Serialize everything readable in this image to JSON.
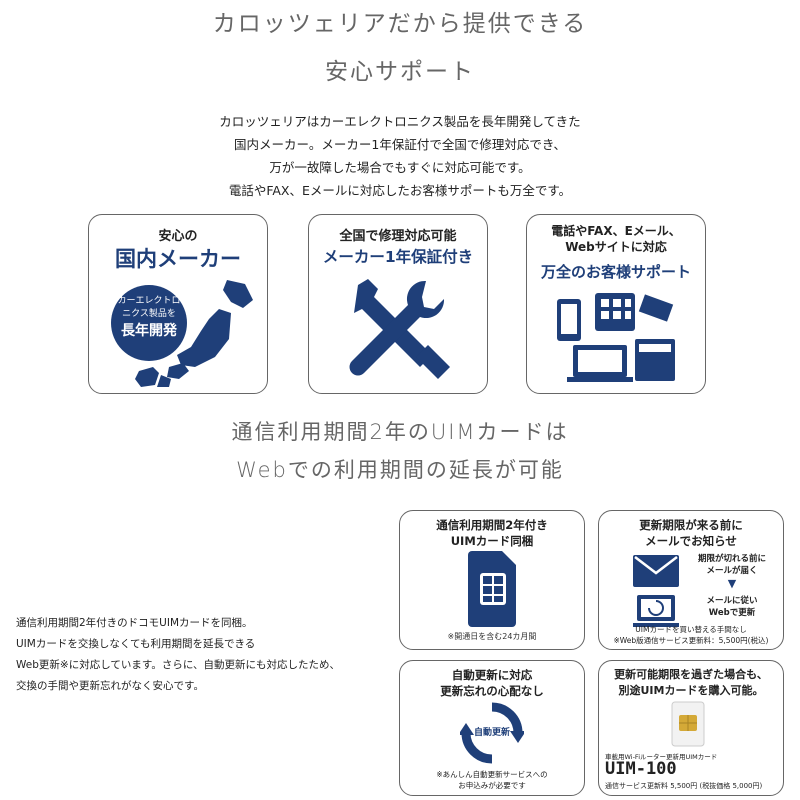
{
  "colors": {
    "navy": "#1f3f79",
    "text": "#333333",
    "title": "#666666",
    "border": "#666666"
  },
  "section1": {
    "title_line1": "カロッツェリアだから提供できる",
    "title_line2": "安心サポート",
    "desc_lines": [
      "カロッツェリアはカーエレクトロニクス製品を長年開発してきた",
      "国内メーカー。メーカー1年保証付で全国で修理対応でき、",
      "万が一故障した場合でもすぐに対応可能です。",
      "電話やFAX、Eメールに対応したお客様サポートも万全です。"
    ],
    "cards": [
      {
        "small": "安心の",
        "big": "国内メーカー",
        "badge_lines": [
          "カーエレクトロ",
          "ニクス製品を",
          "長年開発"
        ],
        "icon": "japan-map-icon"
      },
      {
        "small": "全国で修理対応可能",
        "big": "メーカー1年保証付き",
        "icon": "wrench-screwdriver-icon"
      },
      {
        "small_lines": [
          "電話やFAX、Eメール、",
          "Webサイトに対応"
        ],
        "big": "万全のお客様サポート",
        "icon": "communication-devices-icon"
      }
    ]
  },
  "section2": {
    "title_line1": "通信利用期間2年のUIMカードは",
    "title_line2": "Webでの利用期間の延長が可能",
    "desc_lines": [
      "通信利用期間2年付きのドコモUIMカードを同梱。",
      "UIMカードを交換しなくても利用期間を延長できる",
      "Web更新※に対応しています。さらに、自動更新にも対応したため、",
      "交換の手間や更新忘れがなく安心です。"
    ],
    "cards": [
      {
        "title_lines": [
          "通信利用期間2年付き",
          "UIMカード同梱"
        ],
        "note": "※開通日を含む24カ月間",
        "icon": "sim-card-icon"
      },
      {
        "title_lines": [
          "更新期限が来る前に",
          "メールでお知らせ"
        ],
        "step1_lines": [
          "期限が切れる前に",
          "メールが届く"
        ],
        "step2_lines": [
          "メールに従い",
          "Webで更新"
        ],
        "note_lines": [
          "UIMカードを買い替える手間なし",
          "※Web版通信サービス更新料：5,500円(税込)"
        ],
        "icon": "mail-laptop-icon"
      },
      {
        "title_lines": [
          "自動更新に対応",
          "更新忘れの心配なし"
        ],
        "cycle_label": "自動更新",
        "note_lines": [
          "※あんしん自動更新サービスへの",
          "お申込みが必要です"
        ],
        "icon": "auto-renew-icon"
      },
      {
        "title_lines": [
          "更新可能期限を過ぎた場合も、",
          "別途UIMカードを購入可能。"
        ],
        "product_caption": "車載用Wi-Fiルーター更新用UIMカード",
        "product_model": "UIM-100",
        "product_price": "通信サービス更新料 5,500円 (税抜価格 5,000円)",
        "icon": "uim-card-icon"
      }
    ]
  }
}
